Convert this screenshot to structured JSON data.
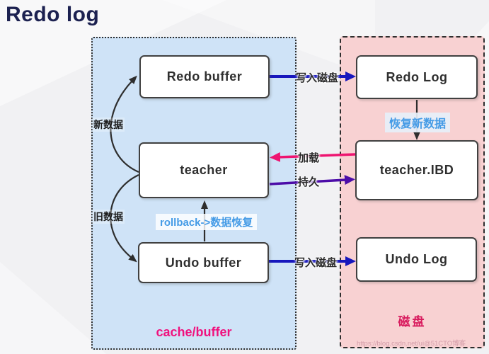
{
  "title": "Redo log",
  "colors": {
    "page_bg": "#f1f1f3",
    "title": "#1c2150",
    "panel_blue": "#cfe3f7",
    "panel_pink": "#f8d1d2",
    "panel_border": "#2e2e2e",
    "box_bg": "#ffffff",
    "box_border": "#404040",
    "box_text": "#2f2f2f",
    "arrow_dark": "#2e2e2e",
    "arrow_blue": "#1717bd",
    "arrow_pink": "#ee1470",
    "arrow_purple": "#4c0ca8",
    "label_dark": "#2b2b2b",
    "label_blue": "#459be6",
    "cache_label": "#f0127e",
    "disk_label": "#d81b5e"
  },
  "cache_panel": {
    "label": "cache/buffer",
    "redo_buffer": "Redo buffer",
    "teacher": "teacher",
    "undo_buffer": "Undo buffer"
  },
  "disk_panel": {
    "label": "磁盘",
    "redo_log": "Redo Log",
    "teacher_ibd": "teacher.IBD",
    "undo_log": "Undo Log"
  },
  "labels": {
    "new_data": "新数据",
    "old_data": "旧数据",
    "write_disk_top": "写入磁盘",
    "write_disk_bottom": "写入磁盘",
    "load": "加载",
    "persist": "持久",
    "rollback": "rollback->数据恢复",
    "recover_new_data": "恢复新数据"
  },
  "watermark": "https://blog.csdn.net/ui@51CTO博客"
}
